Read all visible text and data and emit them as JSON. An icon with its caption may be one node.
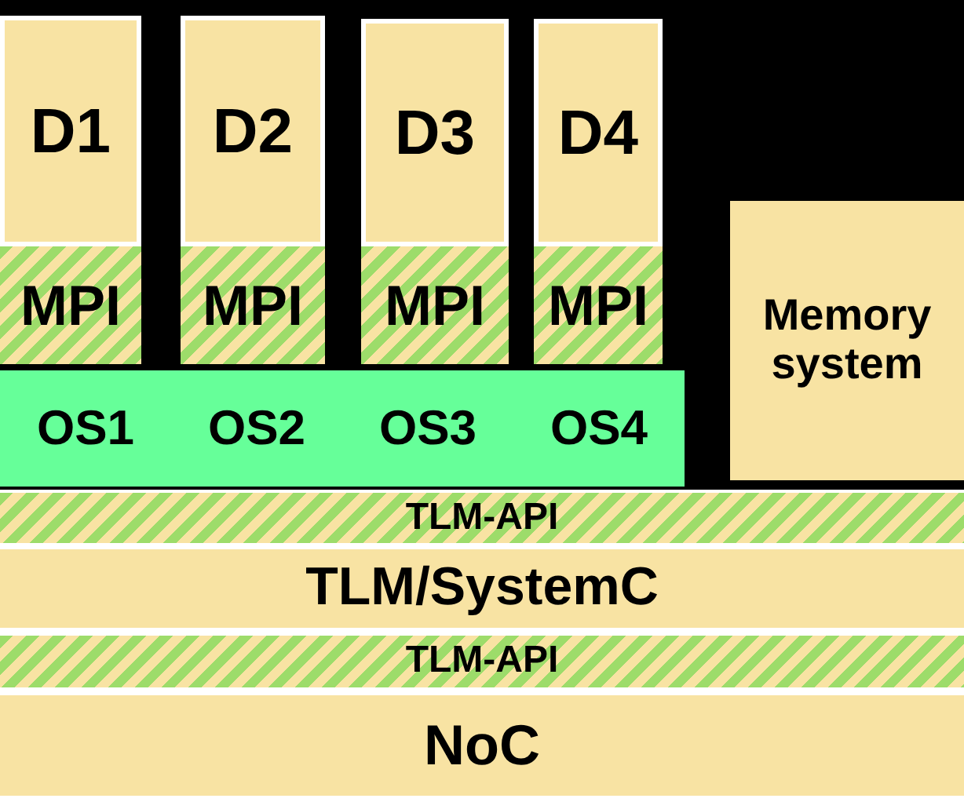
{
  "diagram": {
    "nodes": [
      {
        "text": [
          "D1"
        ]
      },
      {
        "text": [
          "D2"
        ]
      },
      {
        "text": [
          "D3"
        ]
      },
      {
        "text": [
          "D4"
        ]
      },
      {
        "text": [
          "MPI"
        ]
      },
      {
        "text": [
          "MPI"
        ]
      },
      {
        "text": [
          "MPI"
        ]
      },
      {
        "text": [
          "MPI"
        ]
      },
      {
        "text": [
          "OS1",
          "OS2",
          "OS3",
          "OS4"
        ]
      },
      {
        "text": [
          "Memory system"
        ]
      },
      {
        "text": [
          "TLM-API"
        ]
      },
      {
        "text": [
          "TLM/SystemC"
        ]
      },
      {
        "text": [
          "TLM-API"
        ]
      },
      {
        "text": [
          "NoC"
        ]
      }
    ],
    "edges": []
  }
}
